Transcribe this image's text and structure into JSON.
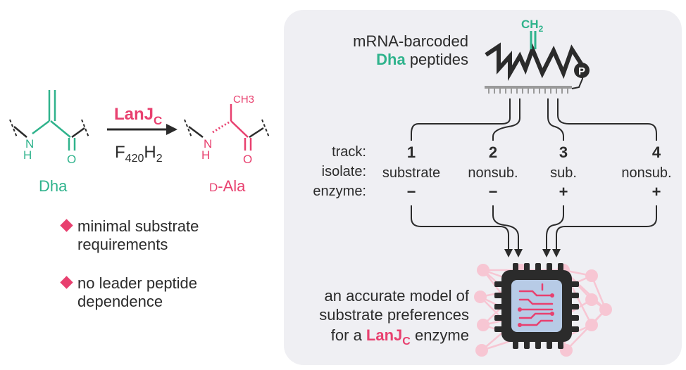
{
  "colors": {
    "green": "#2fb38c",
    "pink": "#e8406f",
    "dark": "#2b2b2b",
    "panel": "#efeff3",
    "light_pink": "#f7c6d3",
    "chip_blue": "#b7cbe6"
  },
  "reaction": {
    "reactant_label": "Dha",
    "reactant_nh": "N",
    "reactant_h": "H",
    "reactant_o": "O",
    "enzyme_name": "LanJ",
    "enzyme_sub": "C",
    "cofactor_main": "F",
    "cofactor_sub": "420",
    "cofactor_h": "H",
    "cofactor_h_sub": "2",
    "product_label_prefix": "D",
    "product_label_suffix": "-Ala",
    "product_nh": "N",
    "product_h": "H",
    "product_o": "O",
    "product_methyl": "CH3"
  },
  "features": [
    {
      "line1": "minimal substrate",
      "line2": "requirements"
    },
    {
      "line1": "no leader peptide",
      "line2": "dependence"
    }
  ],
  "workflow": {
    "title_line1": "mRNA-barcoded",
    "title_dha": "Dha",
    "title_rest": " peptides",
    "methylene": "CH",
    "methylene_sub": "2",
    "phosphate": "P",
    "row_labels": {
      "track": "track:",
      "isolate": "isolate:",
      "enzyme": "enzyme:"
    },
    "tracks": [
      {
        "number": "1",
        "isolate": "substrate",
        "enzyme": "−"
      },
      {
        "number": "2",
        "isolate": "nonsub.",
        "enzyme": "−"
      },
      {
        "number": "3",
        "isolate": "sub.",
        "enzyme": "+"
      },
      {
        "number": "4",
        "isolate": "nonsub.",
        "enzyme": "+"
      }
    ],
    "model_line1": "an accurate model of",
    "model_line2": "substrate preferences",
    "model_line3_prefix": "for a ",
    "model_enzyme": "LanJ",
    "model_enzyme_sub": "C",
    "model_line3_suffix": " enzyme"
  }
}
